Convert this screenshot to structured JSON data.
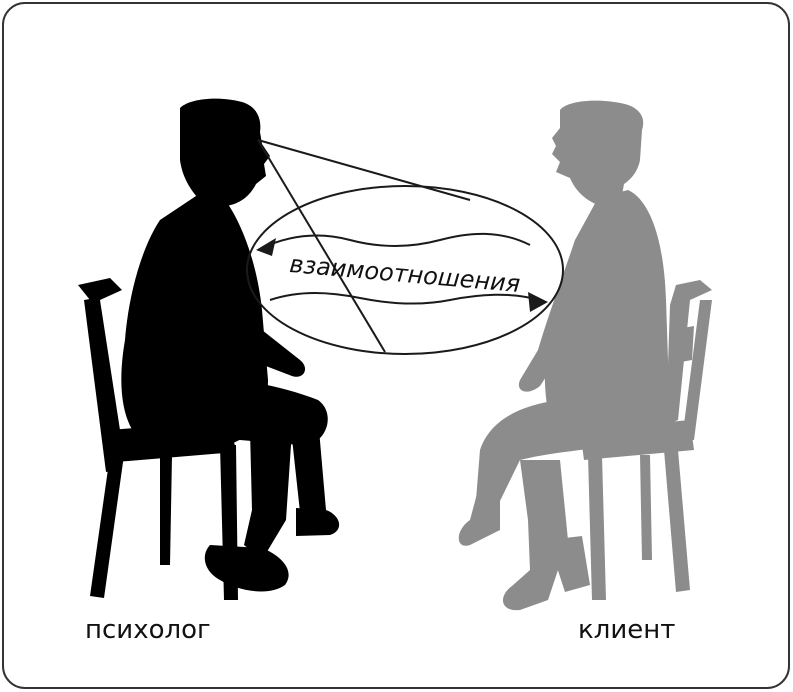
{
  "relationship_label": "взаимоотношения",
  "psychologist_label": "психолог",
  "client_label": "клиент",
  "colors": {
    "frame": "#333333",
    "psychologist": "#000000",
    "client": "#8c8c8c",
    "lines": "#1a1a1a",
    "background": "#ffffff"
  }
}
